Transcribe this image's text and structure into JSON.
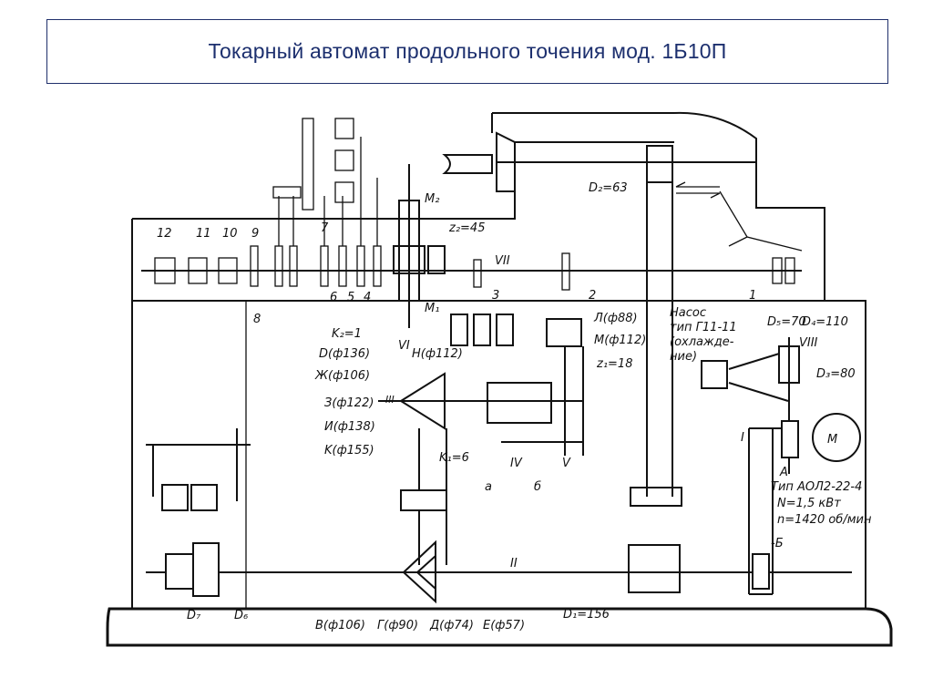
{
  "title": "Токарный автомат продольного точения мод. 1Б10П",
  "labels": {
    "n12": "12",
    "n11": "11",
    "n10": "10",
    "n9": "9",
    "n8": "8",
    "n7": "7",
    "n6": "6",
    "n5": "5",
    "n4": "4",
    "n3": "3",
    "n2": "2",
    "n1": "1",
    "m2": "M₂",
    "m1": "M₁",
    "z45": "z₂=45",
    "z18": "z₁=18",
    "k2": "K₂=1",
    "k1": "K₁=6",
    "vii": "VII",
    "vi": "VI",
    "iii": "III",
    "iv": "IV",
    "v": "V",
    "viii": "VIII",
    "ii": "II",
    "i": "I",
    "d136": "D(ф136)",
    "h112": "H(ф112)",
    "zh106": "Ж(ф106)",
    "z122": "З(ф122)",
    "i138": "И(ф138)",
    "k155": "K(ф155)",
    "l88": "Л(ф88)",
    "m112": "M(ф112)",
    "d2": "D₂=63",
    "d1": "D₁=156",
    "d5": "D₅=70",
    "d4": "D₄=110",
    "d3": "D₃=80",
    "d7": "D₇",
    "d6": "D₆",
    "v106": "B(ф106)",
    "g90": "Г(ф90)",
    "d74": "Д(ф74)",
    "e57": "E(ф57)",
    "a": "а",
    "b": "б",
    "A": "A",
    "M": "M",
    "b6": "-Б",
    "pump1": "Насос",
    "pump2": "тип Г11-11",
    "pump3": "(охлажде-",
    "pump4": "ние)",
    "motor1": "Тип АОЛ2-22-4",
    "motor2": "N=1,5 кВт",
    "motor3": "n=1420 об/мин"
  }
}
